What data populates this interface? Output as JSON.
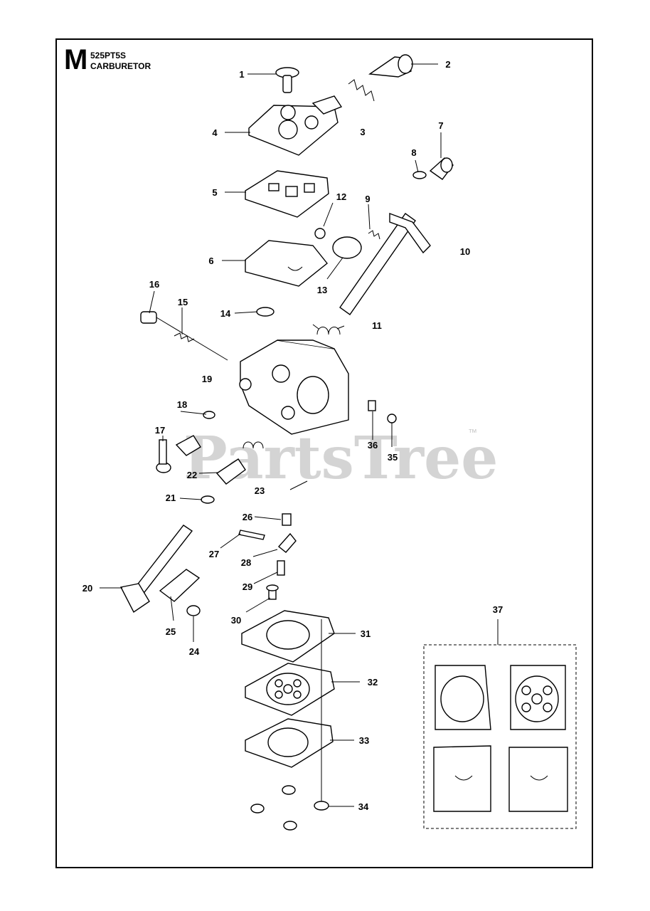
{
  "header": {
    "section_letter": "M",
    "model": "525PT5S",
    "title": "CARBURETOR"
  },
  "watermark": {
    "text": "PartsTree",
    "trademark": "™"
  },
  "callouts": [
    "1",
    "2",
    "3",
    "4",
    "5",
    "6",
    "7",
    "8",
    "9",
    "10",
    "11",
    "12",
    "13",
    "14",
    "15",
    "16",
    "17",
    "18",
    "19",
    "20",
    "21",
    "22",
    "23",
    "24",
    "25",
    "26",
    "27",
    "28",
    "29",
    "30",
    "31",
    "32",
    "33",
    "34",
    "35",
    "36",
    "37"
  ]
}
